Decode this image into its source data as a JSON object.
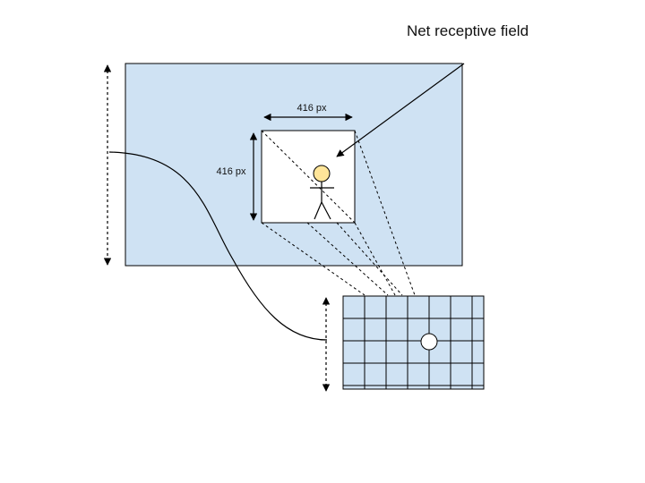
{
  "labels": {
    "receptive_field": "Net receptive field",
    "width": "416 px",
    "height": "416 px"
  },
  "colors": {
    "panel_fill": "#cfe2f3",
    "head_fill": "#ffe599",
    "stroke": "#000000",
    "background": "#ffffff"
  },
  "grid": {
    "columns": 7,
    "rows": 4,
    "highlighted_cell": {
      "col": 4,
      "row": 2
    }
  },
  "icons": [
    "stick-figure-icon",
    "arrow-icon"
  ]
}
